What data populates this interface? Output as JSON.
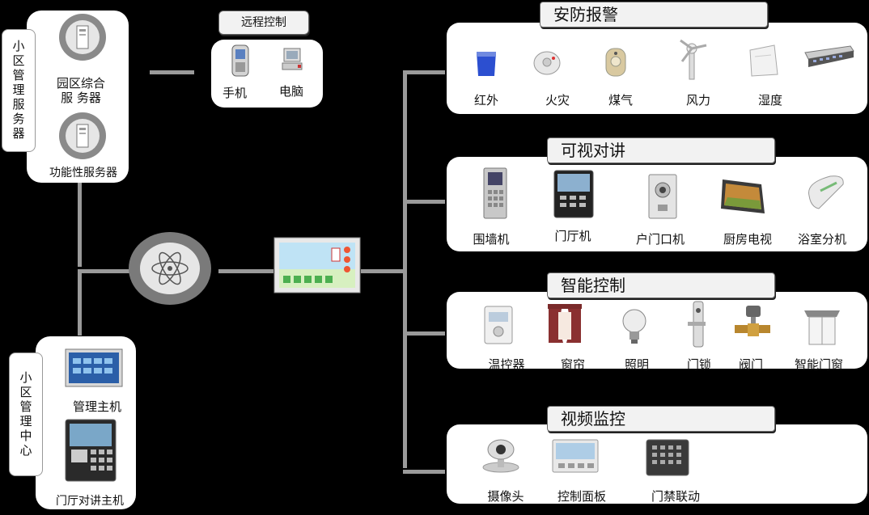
{
  "left_top": {
    "side_label": "小区管理服务器",
    "items": [
      {
        "label_line1": "园区综合",
        "label_line2": "服 务器"
      },
      {
        "label": "功能性服务器"
      }
    ]
  },
  "remote": {
    "title": "远程控制",
    "items": [
      {
        "label": "手机"
      },
      {
        "label": "电脑"
      }
    ]
  },
  "left_bottom": {
    "side_label": "小区管理中心",
    "items": [
      {
        "label": "管理主机"
      },
      {
        "label": "门厅对讲主机"
      }
    ]
  },
  "sections": [
    {
      "title": "安防报警",
      "items": [
        "红外",
        "火灾",
        "煤气",
        "风力",
        "湿度"
      ]
    },
    {
      "title": "可视对讲",
      "items": [
        "围墙机",
        "门厅机",
        "户门口机",
        "厨房电视",
        "浴室分机"
      ]
    },
    {
      "title": "智能控制",
      "items": [
        "温控器",
        "窗帘",
        "照明",
        "门锁",
        "阀门",
        "智能门窗"
      ]
    },
    {
      "title": "视频监控",
      "items": [
        "摄像头",
        "控制面板",
        "门禁联动"
      ]
    }
  ]
}
